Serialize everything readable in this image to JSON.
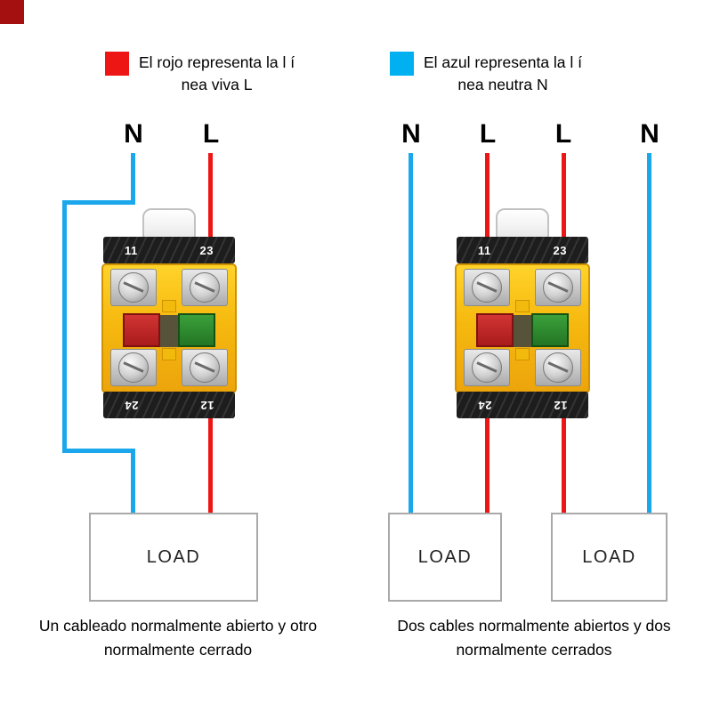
{
  "colors": {
    "live_red": "#ee1515",
    "neutral_blue": "#1ba7ec",
    "legend_red": "#ee1515",
    "legend_blue": "#00b0f0",
    "corner_red": "#a40f0f"
  },
  "legend": {
    "red": {
      "line1": "El rojo representa la l í",
      "line2": "nea viva L"
    },
    "blue": {
      "line1": "El azul representa la l í",
      "line2": "nea neutra N"
    }
  },
  "left_diagram": {
    "wire_labels": [
      "N",
      "L"
    ],
    "load": "LOAD",
    "caption": {
      "line1": "Un cableado normalmente abierto y otro",
      "line2": "normalmente cerrado"
    }
  },
  "right_diagram": {
    "wire_labels": [
      "N",
      "L",
      "L",
      "N"
    ],
    "loads": [
      "LOAD",
      "LOAD"
    ],
    "caption": {
      "line1": "Dos cables normalmente abiertos y dos",
      "line2": "normalmente cerrados"
    }
  },
  "switch": {
    "terminals": {
      "top_left": "11",
      "top_right": "23",
      "bottom_left": "24",
      "bottom_right": "12"
    }
  }
}
